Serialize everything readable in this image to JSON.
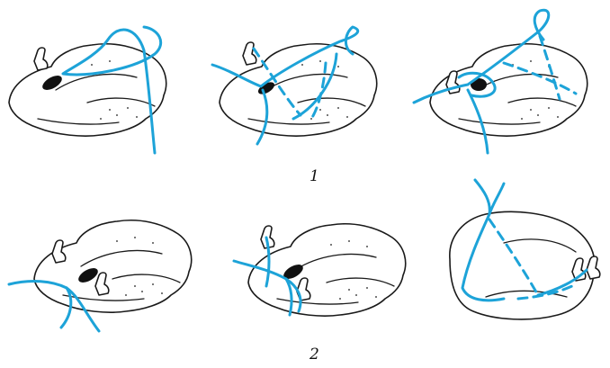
{
  "figure": {
    "row_labels": [
      "1",
      "2"
    ],
    "colors": {
      "twine": "#1da3d8",
      "ink": "#1a1a1a",
      "background": "#ffffff"
    },
    "icons": [
      "trussed-poultry-step-1",
      "trussed-poultry-step-2",
      "trussed-poultry-step-3",
      "trussed-poultry-step-4",
      "trussed-poultry-step-5",
      "trussed-poultry-step-6"
    ]
  }
}
